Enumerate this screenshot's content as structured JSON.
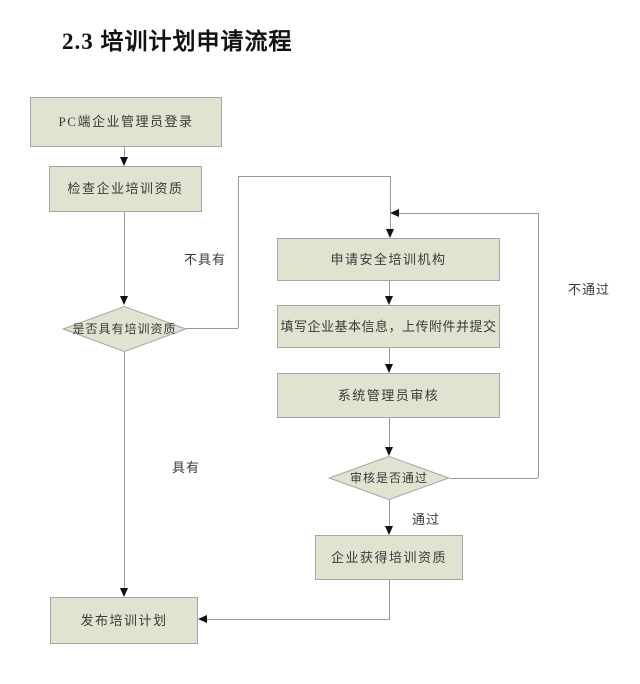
{
  "section_title": "2.3 培训计划申请流程",
  "flowchart": {
    "nodes": {
      "login": "PC端企业管理员登录",
      "check_qualification": "检查企业培训资质",
      "has_qualification": "是否具有培训资质",
      "apply_institution": "申请安全培训机构",
      "fill_info": "填写企业基本信息，上传附件并提交",
      "admin_review": "系统管理员审核",
      "review_passed": "审核是否通过",
      "obtain_qualification": "企业获得培训资质",
      "publish_plan": "发布培训计划"
    },
    "edge_labels": {
      "not_have": "不具有",
      "have": "具有",
      "pass": "通过",
      "not_pass": "不通过"
    },
    "colors": {
      "node_fill": "#dee4d0",
      "node_border": "#a6a6a6",
      "connector": "#999999",
      "arrowhead": "#111111",
      "text": "#3a3a3a",
      "background": "#ffffff"
    }
  }
}
